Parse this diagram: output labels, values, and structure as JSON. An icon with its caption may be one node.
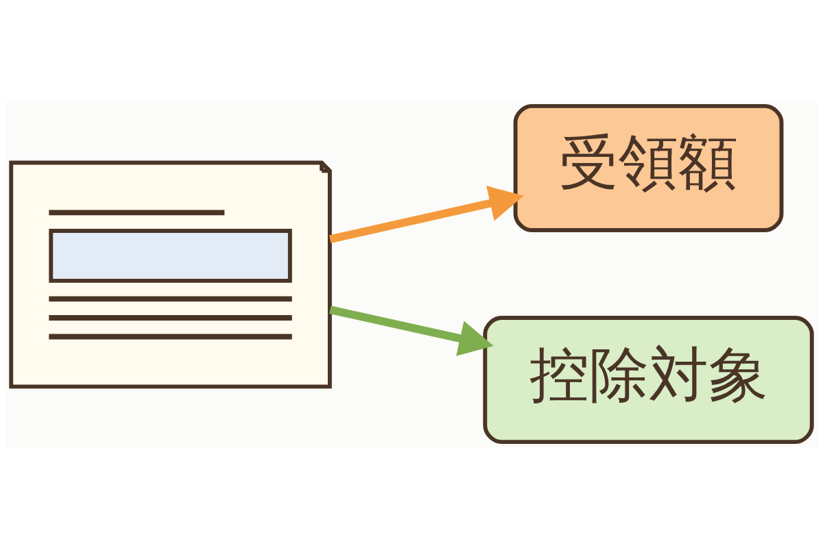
{
  "diagram": {
    "nodes": [
      {
        "text": [],
        "shape": "picture"
      },
      {
        "text": [
          "受領額"
        ]
      },
      {
        "text": [
          "控除対象"
        ]
      }
    ],
    "edges": [
      {
        "from": 0,
        "to": 1,
        "arrow": "to",
        "color": "#f59a3c"
      },
      {
        "from": 0,
        "to": 2,
        "arrow": "to",
        "color": "#7fae4f"
      }
    ]
  }
}
